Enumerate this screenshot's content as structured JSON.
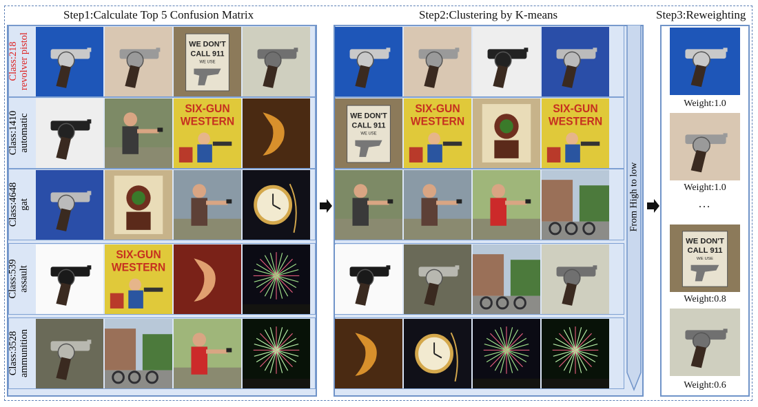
{
  "steps": {
    "step1": "Step1:Calculate Top 5 Confusion Matrix",
    "step2": "Step2:Clustering by K-means",
    "step3": "Step3:Reweighting"
  },
  "rows": [
    {
      "label_line1": "Class:218",
      "label_line2": "revolver pistol",
      "highlight": true
    },
    {
      "label_line1": "Class:1410",
      "label_line2": "automatic",
      "highlight": false
    },
    {
      "label_line1": "Class:4648",
      "label_line2": "gat",
      "highlight": false
    },
    {
      "label_line1": "Class:539",
      "label_line2": "assault",
      "highlight": false
    },
    {
      "label_line1": "Class:3528",
      "label_line2": "ammunition",
      "highlight": false
    }
  ],
  "images": {
    "revolver_blue": {
      "name": "revolver-on-blue-image",
      "bg": "#1e56b8",
      "accent": "#c9c9c9",
      "kind": "gun"
    },
    "revolver_tan": {
      "name": "revolver-on-tan-image",
      "bg": "#d9c7b2",
      "accent": "#9a9a9a",
      "kind": "gun"
    },
    "sign_911": {
      "name": "we-dont-call-911-sign-image",
      "bg": "#8c7a5a",
      "accent": "#e8e2d0",
      "kind": "sign"
    },
    "gun_closeup": {
      "name": "revolver-closeup-image",
      "bg": "#cfcfbf",
      "accent": "#707070",
      "kind": "gun"
    },
    "revolver_white": {
      "name": "revolver-on-white-image",
      "bg": "#eeeeee",
      "accent": "#222222",
      "kind": "gun"
    },
    "shooter": {
      "name": "man-shooting-pistol-image",
      "bg": "#7d8a66",
      "accent": "#3a3a3a",
      "kind": "person"
    },
    "comic": {
      "name": "six-gun-western-comic-image",
      "bg": "#e0c93a",
      "accent": "#c63020",
      "kind": "comic"
    },
    "horn_orange": {
      "name": "orange-horn-object-image",
      "bg": "#4a2a12",
      "accent": "#d8902c",
      "kind": "object"
    },
    "revolver_blue2": {
      "name": "revolver-on-blue-2-image",
      "bg": "#2a4ea8",
      "accent": "#bbbbbb",
      "kind": "gun"
    },
    "zombie_target": {
      "name": "zombie-target-image",
      "bg": "#c7b38a",
      "accent": "#6f2f1f",
      "kind": "poster"
    },
    "shooter_range": {
      "name": "shooter-at-range-image",
      "bg": "#8a9aa6",
      "accent": "#5d4036",
      "kind": "person"
    },
    "pocket_watch": {
      "name": "pocket-watch-image",
      "bg": "#101018",
      "accent": "#d4a84c",
      "kind": "watch"
    },
    "assault_rifle": {
      "name": "assault-rifle-silhouette-image",
      "bg": "#fafafa",
      "accent": "#1a1a1a",
      "kind": "gun"
    },
    "guitar": {
      "name": "guitar-player-image",
      "bg": "#7a2218",
      "accent": "#e0a070",
      "kind": "object"
    },
    "fireworks": {
      "name": "fireworks-image",
      "bg": "#0b0b14",
      "accent": "#9fe08a",
      "kind": "fireworks"
    },
    "soldier_gun": {
      "name": "soldier-with-rifle-image",
      "bg": "#6a6a58",
      "accent": "#b8b8b0",
      "kind": "gun"
    },
    "motorcycles": {
      "name": "motorcycles-street-image",
      "bg": "#9a7058",
      "accent": "#2e2e32",
      "kind": "street"
    },
    "sitting_shooter": {
      "name": "sitting-shooter-image",
      "bg": "#9fb67a",
      "accent": "#cc2a2a",
      "kind": "person"
    },
    "fireworks_green": {
      "name": "green-fireworks-image",
      "bg": "#081208",
      "accent": "#b8f0a8",
      "kind": "fireworks"
    }
  },
  "step1_grid": [
    [
      "revolver_blue",
      "revolver_tan",
      "sign_911",
      "gun_closeup"
    ],
    [
      "revolver_white",
      "shooter",
      "comic",
      "horn_orange"
    ],
    [
      "revolver_blue2",
      "zombie_target",
      "shooter_range",
      "pocket_watch"
    ],
    [
      "assault_rifle",
      "comic",
      "guitar",
      "fireworks"
    ],
    [
      "soldier_gun",
      "motorcycles",
      "sitting_shooter",
      "fireworks_green"
    ]
  ],
  "step2_grid": [
    [
      "revolver_blue",
      "revolver_tan",
      "revolver_white",
      "revolver_blue2"
    ],
    [
      "sign_911",
      "comic",
      "zombie_target",
      "comic"
    ],
    [
      "shooter",
      "shooter_range",
      "sitting_shooter",
      "motorcycles"
    ],
    [
      "assault_rifle",
      "soldier_gun",
      "motorcycles",
      "gun_closeup"
    ],
    [
      "horn_orange",
      "pocket_watch",
      "fireworks",
      "fireworks_green"
    ]
  ],
  "sort_label": "From High to low",
  "weights": [
    {
      "image": "revolver_blue",
      "label": "Weight:1.0"
    },
    {
      "image": "revolver_tan",
      "label": "Weight:1.0"
    },
    {
      "image": "sign_911",
      "label": "Weight:0.8"
    },
    {
      "image": "gun_closeup",
      "label": "Weight:0.6"
    }
  ],
  "ellipsis": "...",
  "sign_text": {
    "line1": "WE DON'T",
    "line2": "CALL 911",
    "line3": "WE USE"
  },
  "comic_text": {
    "line1": "SIX-GUN",
    "line2": "WESTERN"
  },
  "colors": {
    "panel_border": "#6f93c8",
    "panel_fill": "#dbe6f6",
    "dashed": "#5b7fb5",
    "label_red": "#d22222"
  }
}
